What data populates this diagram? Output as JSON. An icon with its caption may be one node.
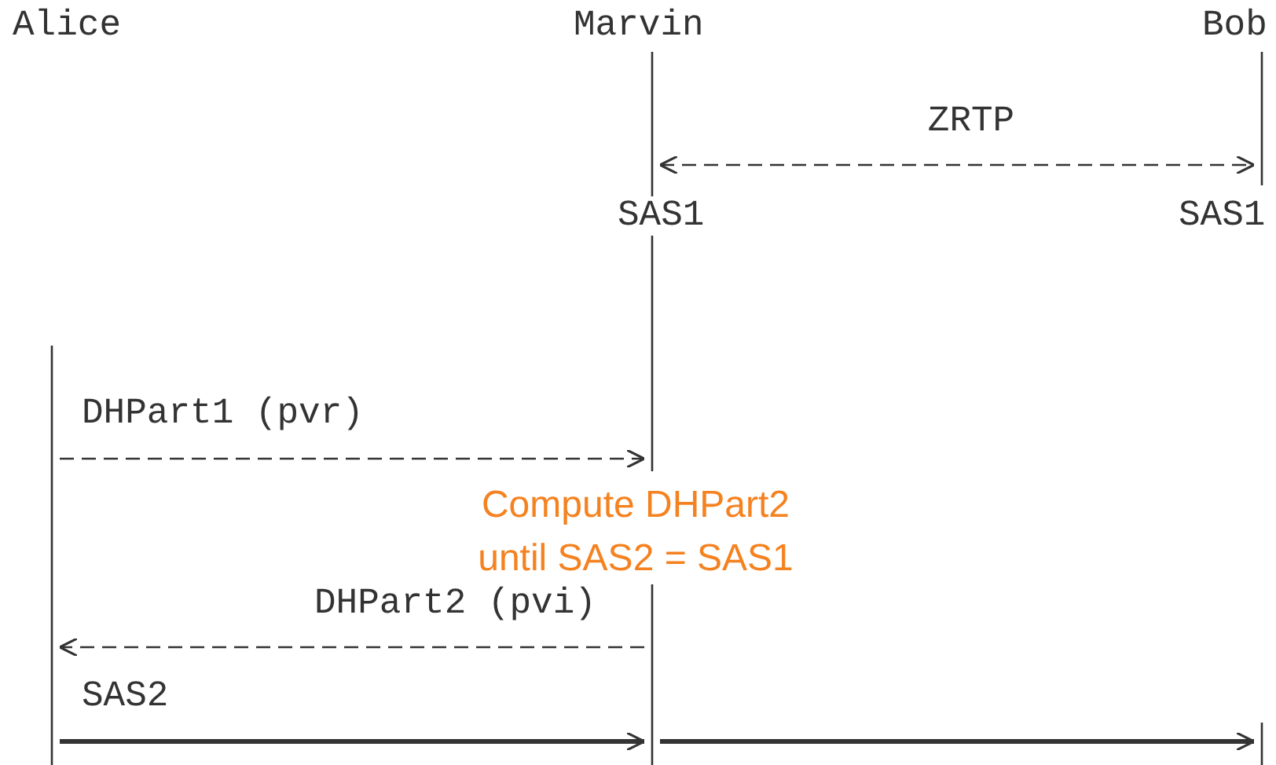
{
  "diagram": {
    "nodes": [
      {
        "text": [
          "Alice",
          "SAS2"
        ]
      },
      {
        "text": [
          "Marvin",
          "SAS1"
        ]
      },
      {
        "text": [
          "Bob",
          "SAS1"
        ]
      }
    ],
    "edges": [
      {
        "from": 1,
        "to": 2,
        "arrow": "both",
        "label": "ZRTP",
        "style": "dashed"
      },
      {
        "from": 0,
        "to": 1,
        "arrow": "to",
        "label": "DHPart1 (pvr)",
        "style": "dashed"
      },
      {
        "from": 1,
        "to": 0,
        "arrow": "to",
        "label": "DHPart2 (pvi)",
        "style": "dashed"
      },
      {
        "from": 0,
        "to": 1,
        "arrow": "to",
        "style": "thick"
      },
      {
        "from": 1,
        "to": 2,
        "arrow": "to",
        "style": "thick"
      }
    ],
    "labels": [
      "Compute DHPart2 until SAS2 = SAS1"
    ]
  }
}
